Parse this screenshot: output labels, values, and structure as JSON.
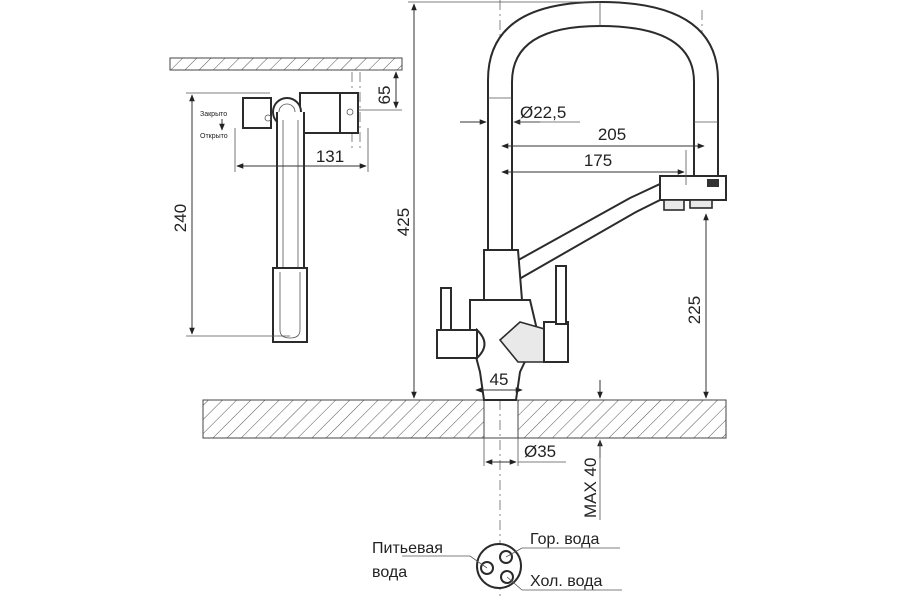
{
  "dimensions": {
    "d_spout": "Ø22,5",
    "reach_main": "205",
    "reach_filter": "175",
    "height_total": "425",
    "height_spout": "225",
    "base_width": "45",
    "d_mount": "Ø35",
    "max_thickness": "MAX 40",
    "side_height": "240",
    "side_depth": "131",
    "side_top": "65"
  },
  "valve": {
    "closed": "Закрыто",
    "open": "Открыто"
  },
  "legend": {
    "drinking_line1": "Питьевая",
    "drinking_line2": "вода",
    "hot": "Гор. вода",
    "cold": "Хол. вода"
  },
  "colors": {
    "stroke": "#2b2b2b",
    "hatch": "#555555",
    "background": "#ffffff"
  }
}
